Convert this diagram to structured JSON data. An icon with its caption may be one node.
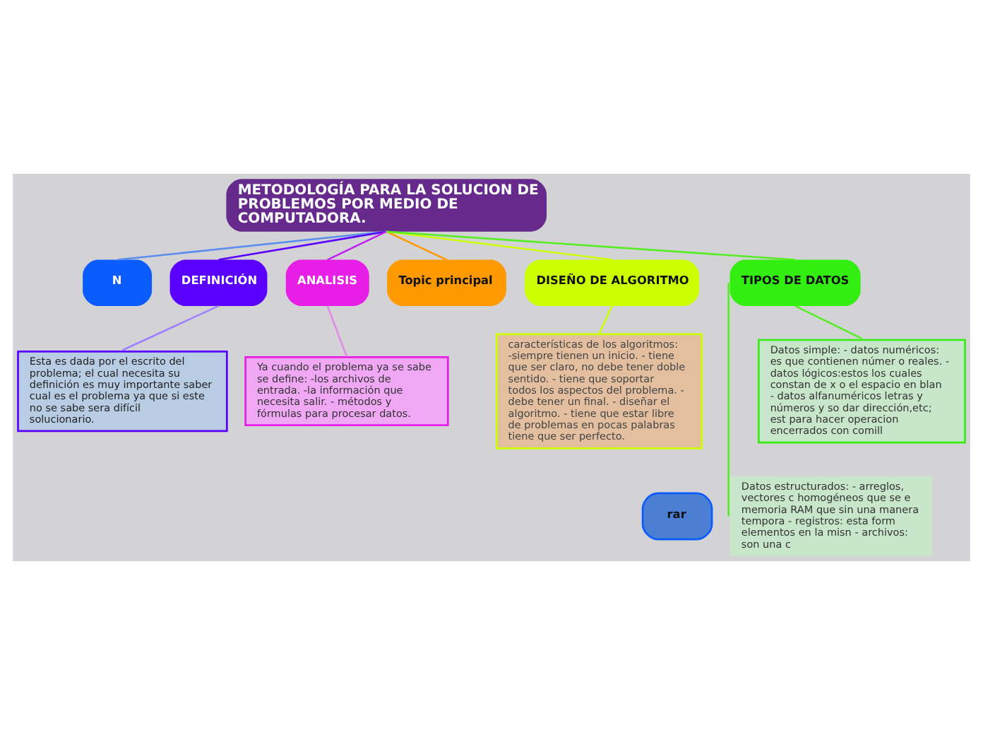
{
  "diagram": {
    "nodes": [
      {
        "text": [
          "METODOLOGÍA PARA LA SOLUCION DE PROBLEMOS POR MEDIO DE COMPUTADORA."
        ]
      },
      {
        "text": [
          "N"
        ]
      },
      {
        "text": [
          "DEFINICIÓN"
        ]
      },
      {
        "text": [
          "Esta es dada por el escrito del problema; el cual necesita su definición es muy importante saber cual es el problema ya que si este no se sabe sera difícil solucionario."
        ]
      },
      {
        "text": [
          "ANALISIS"
        ]
      },
      {
        "text": [
          "Ya cuando el problema ya se sabe se define: -los archivos de entrada. -la información que necesita salir. - métodos y fórmulas para procesar datos."
        ]
      },
      {
        "text": [
          "Topic principal"
        ]
      },
      {
        "text": [
          "DISEÑO DE ALGORITMO"
        ]
      },
      {
        "text": [
          "características de los algoritmos: -siempre tienen un inicio. - tiene que ser claro, no debe tener doble sentido. - tiene que soportar todos los aspectos del problema. - debe tener un final. - diseñar el algoritmo. - tiene que estar libre de problemas en pocas palabras tiene que ser perfecto."
        ]
      },
      {
        "text": [
          "TIPOS DE DATOS"
        ]
      },
      {
        "text": [
          "Datos simple: - datos numéricos: es que contienen númer o reales. - datos lógicos:estos los cuales constan de x o el espacio en blan - datos alfanuméricos letras y números y so dar dirección,etc; est para hacer operacion encerrados con comill"
        ]
      },
      {
        "text": [
          "Datos estructurados: - arreglos, vectores c homogéneos que se e memoria RAM que sin una manera tempora - registros: esta form elementos en la misn - archivos: son una c"
        ]
      },
      {
        "text": [
          "rar"
        ]
      }
    ],
    "edges": [
      {
        "from": 0,
        "to": 1,
        "arrow": "none",
        "color": "#5b8def"
      },
      {
        "from": 0,
        "to": 2,
        "arrow": "none",
        "color": "#5a00ff"
      },
      {
        "from": 0,
        "to": 4,
        "arrow": "none",
        "color": "#c020f0"
      },
      {
        "from": 0,
        "to": 6,
        "arrow": "none",
        "color": "#ff9900"
      },
      {
        "from": 0,
        "to": 7,
        "arrow": "none",
        "color": "#ccff00"
      },
      {
        "from": 0,
        "to": 9,
        "arrow": "none",
        "color": "#55ee22"
      },
      {
        "from": 2,
        "to": 3,
        "arrow": "none",
        "color": "#a080ff"
      },
      {
        "from": 4,
        "to": 5,
        "arrow": "none",
        "color": "#e08ae8"
      },
      {
        "from": 7,
        "to": 8,
        "arrow": "none",
        "color": "#ccff00"
      },
      {
        "from": 9,
        "to": 10,
        "arrow": "none",
        "color": "#55ee22"
      },
      {
        "from": 9,
        "to": 11,
        "arrow": "none",
        "color": "#55ee22"
      }
    ]
  }
}
